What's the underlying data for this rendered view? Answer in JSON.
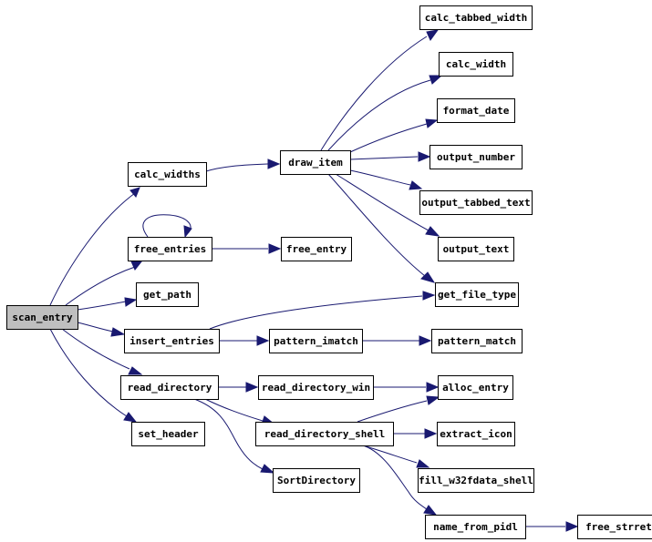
{
  "graph": {
    "nodes": [
      {
        "id": "scan_entry",
        "label": "scan_entry",
        "root": true
      },
      {
        "id": "calc_widths",
        "label": "calc_widths"
      },
      {
        "id": "free_entries",
        "label": "free_entries"
      },
      {
        "id": "get_path",
        "label": "get_path"
      },
      {
        "id": "insert_entries",
        "label": "insert_entries"
      },
      {
        "id": "read_directory",
        "label": "read_directory"
      },
      {
        "id": "set_header",
        "label": "set_header"
      },
      {
        "id": "draw_item",
        "label": "draw_item"
      },
      {
        "id": "free_entry",
        "label": "free_entry"
      },
      {
        "id": "pattern_imatch",
        "label": "pattern_imatch"
      },
      {
        "id": "read_directory_win",
        "label": "read_directory_win"
      },
      {
        "id": "read_directory_shell",
        "label": "read_directory_shell"
      },
      {
        "id": "SortDirectory",
        "label": "SortDirectory"
      },
      {
        "id": "calc_tabbed_width",
        "label": "calc_tabbed_width"
      },
      {
        "id": "calc_width",
        "label": "calc_width"
      },
      {
        "id": "format_date",
        "label": "format_date"
      },
      {
        "id": "output_number",
        "label": "output_number"
      },
      {
        "id": "output_tabbed_text",
        "label": "output_tabbed_text"
      },
      {
        "id": "output_text",
        "label": "output_text"
      },
      {
        "id": "get_file_type",
        "label": "get_file_type"
      },
      {
        "id": "pattern_match",
        "label": "pattern_match"
      },
      {
        "id": "alloc_entry",
        "label": "alloc_entry"
      },
      {
        "id": "extract_icon",
        "label": "extract_icon"
      },
      {
        "id": "fill_w32fdata_shell",
        "label": "fill_w32fdata_shell"
      },
      {
        "id": "name_from_pidl",
        "label": "name_from_pidl"
      },
      {
        "id": "free_strret",
        "label": "free_strret"
      }
    ],
    "edges": [
      {
        "from": "scan_entry",
        "to": "calc_widths"
      },
      {
        "from": "scan_entry",
        "to": "free_entries"
      },
      {
        "from": "scan_entry",
        "to": "get_path"
      },
      {
        "from": "scan_entry",
        "to": "insert_entries"
      },
      {
        "from": "scan_entry",
        "to": "read_directory"
      },
      {
        "from": "scan_entry",
        "to": "set_header"
      },
      {
        "from": "calc_widths",
        "to": "draw_item"
      },
      {
        "from": "free_entries",
        "to": "free_entries"
      },
      {
        "from": "free_entries",
        "to": "free_entry"
      },
      {
        "from": "insert_entries",
        "to": "get_file_type"
      },
      {
        "from": "insert_entries",
        "to": "pattern_imatch"
      },
      {
        "from": "read_directory",
        "to": "read_directory_win"
      },
      {
        "from": "read_directory",
        "to": "read_directory_shell"
      },
      {
        "from": "read_directory",
        "to": "SortDirectory"
      },
      {
        "from": "draw_item",
        "to": "calc_tabbed_width"
      },
      {
        "from": "draw_item",
        "to": "calc_width"
      },
      {
        "from": "draw_item",
        "to": "format_date"
      },
      {
        "from": "draw_item",
        "to": "output_number"
      },
      {
        "from": "draw_item",
        "to": "output_tabbed_text"
      },
      {
        "from": "draw_item",
        "to": "output_text"
      },
      {
        "from": "draw_item",
        "to": "get_file_type"
      },
      {
        "from": "pattern_imatch",
        "to": "pattern_match"
      },
      {
        "from": "read_directory_win",
        "to": "alloc_entry"
      },
      {
        "from": "read_directory_shell",
        "to": "alloc_entry"
      },
      {
        "from": "read_directory_shell",
        "to": "extract_icon"
      },
      {
        "from": "read_directory_shell",
        "to": "fill_w32fdata_shell"
      },
      {
        "from": "read_directory_shell",
        "to": "name_from_pidl"
      },
      {
        "from": "name_from_pidl",
        "to": "free_strret"
      }
    ]
  }
}
